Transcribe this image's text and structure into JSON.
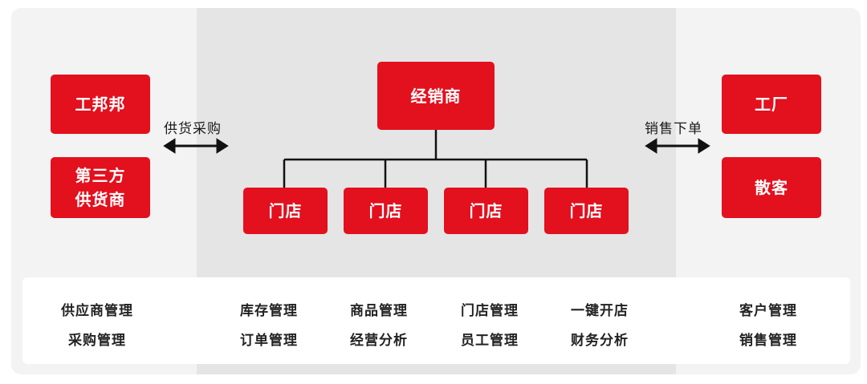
{
  "left": {
    "boxes": [
      "工邦邦",
      "第三方\n供货商"
    ],
    "arrow_label": "供货采购"
  },
  "center": {
    "top_box": "经销商",
    "stores": [
      "门店",
      "门店",
      "门店",
      "门店"
    ]
  },
  "right": {
    "boxes": [
      "工厂",
      "散客"
    ],
    "arrow_label": "销售下单"
  },
  "features": {
    "left": [
      "供应商管理",
      "采购管理"
    ],
    "middle_row1": [
      "库存管理",
      "商品管理",
      "门店管理",
      "一键开店"
    ],
    "middle_row2": [
      "订单管理",
      "经营分析",
      "员工管理",
      "财务分析"
    ],
    "right": [
      "客户管理",
      "销售管理"
    ]
  },
  "colors": {
    "accent": "#e3101e",
    "panel": "#f3f3f3",
    "center_panel": "#e5e5e5"
  }
}
